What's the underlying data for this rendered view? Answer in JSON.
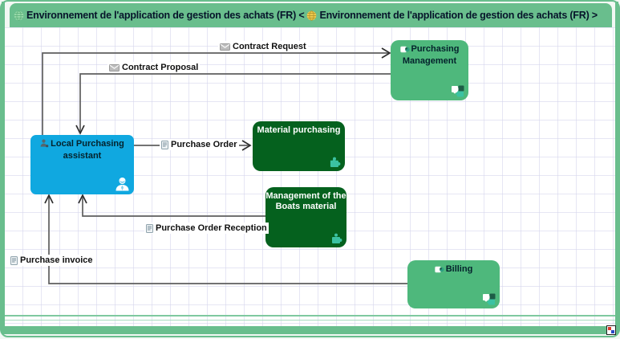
{
  "header": {
    "icon_left": "globe-green-icon",
    "segment1": "Environnement de l'application de gestion des achats (FR) <",
    "icon_mid": "globe-yellow-icon",
    "segment2": "Environnement de l'application de gestion des achats (FR) >"
  },
  "nodes": {
    "purchasing_management": {
      "label": "Purchasing Management",
      "color": "#4eb87c",
      "corner_icon": "puzzle-pair-icon"
    },
    "local_purchasing_assistant": {
      "label": "Local Purchasing assistant",
      "color": "#10a8e0",
      "corner_icon": "person-icon"
    },
    "material_purchasing": {
      "label": "Material purchasing",
      "color": "#05611e",
      "corner_icon": "puzzle-icon"
    },
    "boats_material": {
      "label": "Management of the Boats material",
      "color": "#05611e",
      "corner_icon": "puzzle-icon"
    },
    "billing": {
      "label": "Billing",
      "color": "#4eb87c",
      "corner_icon": "puzzle-pair-icon"
    }
  },
  "flows": {
    "contract_request": {
      "label": "Contract Request",
      "icon": "envelope-icon",
      "from": "local_purchasing_assistant",
      "to": "purchasing_management"
    },
    "contract_proposal": {
      "label": "Contract Proposal",
      "icon": "envelope-icon",
      "from": "purchasing_management",
      "to": "local_purchasing_assistant"
    },
    "purchase_order": {
      "label": "Purchase Order",
      "icon": "document-icon",
      "from": "local_purchasing_assistant",
      "to": "material_purchasing"
    },
    "purchase_order_reception": {
      "label": "Purchase Order Reception",
      "icon": "document-icon",
      "from": "boats_material",
      "to": "local_purchasing_assistant"
    },
    "purchase_invoice": {
      "label": "Purchase invoice",
      "icon": "document-icon",
      "from": "billing",
      "to": "local_purchasing_assistant"
    }
  },
  "colors": {
    "frame_green": "#69be8d",
    "node_green": "#4eb87c",
    "node_dark_green": "#05611e",
    "node_blue": "#10a8e0",
    "puzzle_teal": "#3bc2a2",
    "wire_gray": "#5f5f5f",
    "grid": "#d5d5ec",
    "header_text": "#06142a"
  },
  "window": {
    "corner_icon": "resize-corner-icon"
  }
}
